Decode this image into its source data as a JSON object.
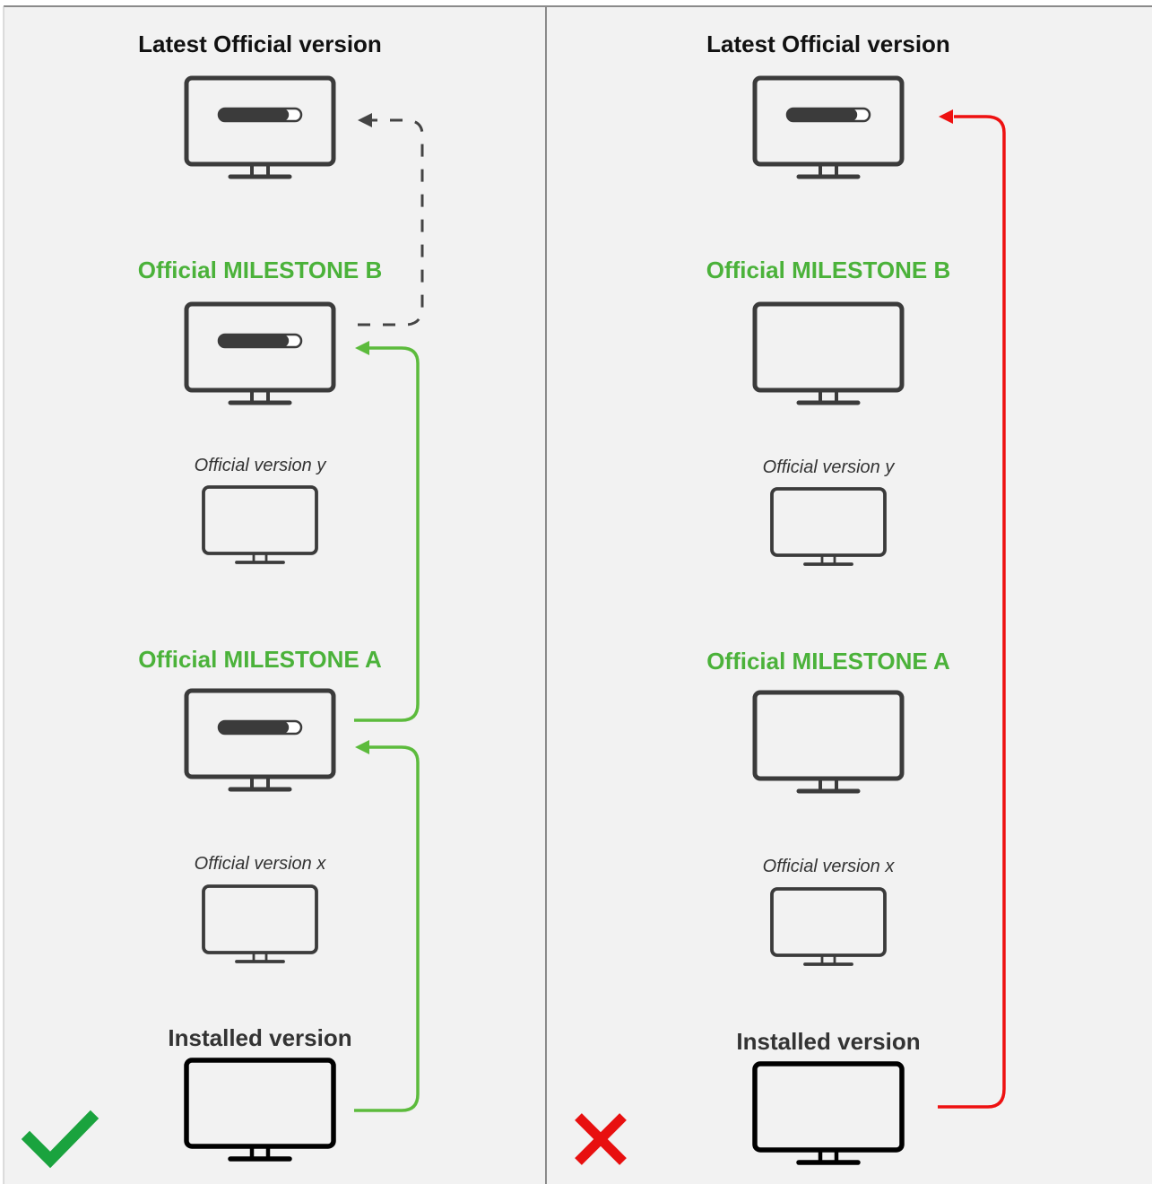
{
  "colors": {
    "background": "#f2f2f2",
    "divider": "#8a8a8a",
    "monitor": "#3b3b3b",
    "monitor_installed": "#000000",
    "milestone_text": "#4bb23a",
    "green_path": "#5cbb3c",
    "red_path": "#ee1111",
    "dashed_path": "#444444",
    "check": "#1aa33e",
    "cross": "#e81010"
  },
  "panels": [
    {
      "result_icon": "checkmark-icon",
      "labels": {
        "latest": "Latest Official version",
        "milestone_b": "Official MILESTONE B",
        "version_y": "Official version y",
        "milestone_a": "Official MILESTONE A",
        "version_x": "Official version x",
        "installed": "Installed version"
      },
      "nodes": [
        {
          "id": "latest",
          "icon": "monitor-icon",
          "progress": 0.85,
          "emphasis": "normal"
        },
        {
          "id": "milestone_b",
          "icon": "monitor-icon",
          "progress": 0.85,
          "emphasis": "normal"
        },
        {
          "id": "version_y",
          "icon": "monitor-icon",
          "progress": null,
          "emphasis": "small"
        },
        {
          "id": "milestone_a",
          "icon": "monitor-icon",
          "progress": 0.85,
          "emphasis": "normal"
        },
        {
          "id": "version_x",
          "icon": "monitor-icon",
          "progress": null,
          "emphasis": "small"
        },
        {
          "id": "installed",
          "icon": "monitor-icon",
          "progress": null,
          "emphasis": "installed"
        }
      ],
      "paths": [
        {
          "from": "installed",
          "to": "milestone_a",
          "style": "green-solid"
        },
        {
          "from": "milestone_a",
          "to": "milestone_b",
          "style": "green-solid"
        },
        {
          "from": "milestone_b",
          "to": "latest",
          "style": "dashed"
        }
      ]
    },
    {
      "result_icon": "cross-icon",
      "labels": {
        "latest": "Latest Official version",
        "milestone_b": "Official MILESTONE B",
        "version_y": "Official version y",
        "milestone_a": "Official MILESTONE A",
        "version_x": "Official version x",
        "installed": "Installed version"
      },
      "nodes": [
        {
          "id": "latest",
          "icon": "monitor-icon",
          "progress": 0.85,
          "emphasis": "normal"
        },
        {
          "id": "milestone_b",
          "icon": "monitor-icon",
          "progress": null,
          "emphasis": "normal"
        },
        {
          "id": "version_y",
          "icon": "monitor-icon",
          "progress": null,
          "emphasis": "small"
        },
        {
          "id": "milestone_a",
          "icon": "monitor-icon",
          "progress": null,
          "emphasis": "normal"
        },
        {
          "id": "version_x",
          "icon": "monitor-icon",
          "progress": null,
          "emphasis": "small"
        },
        {
          "id": "installed",
          "icon": "monitor-icon",
          "progress": null,
          "emphasis": "installed"
        }
      ],
      "paths": [
        {
          "from": "installed",
          "to": "latest",
          "style": "red-solid"
        }
      ]
    }
  ]
}
